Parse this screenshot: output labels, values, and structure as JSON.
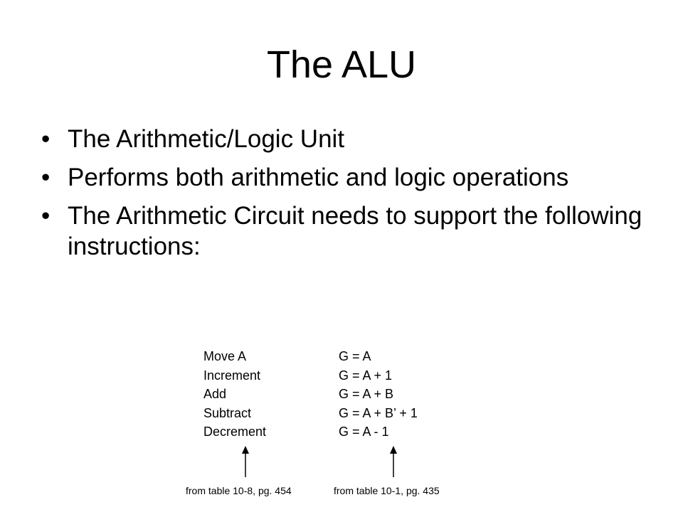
{
  "slide": {
    "title": "The ALU",
    "bullet_glyph": "•",
    "bullets": [
      "The Arithmetic/Logic Unit",
      "Performs both arithmetic and logic operations",
      "The Arithmetic Circuit needs to support the following instructions:"
    ]
  },
  "instructions": [
    {
      "name": "Move A",
      "expr": "G = A"
    },
    {
      "name": "Increment",
      "expr": "G = A + 1"
    },
    {
      "name": "Add",
      "expr": "G = A + B"
    },
    {
      "name": "Subtract",
      "expr": "G = A + B’ + 1"
    },
    {
      "name": "Decrement",
      "expr": "G = A - 1"
    }
  ],
  "sources": {
    "left": "from table 10-8, pg. 454",
    "right": "from table 10-1, pg. 435"
  }
}
